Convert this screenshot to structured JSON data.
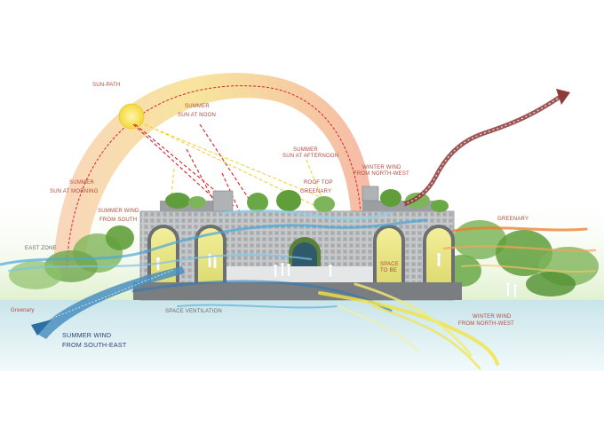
{
  "labels": {
    "sun_path": "SUN-PATH",
    "summer_noon_1": "SUMMER",
    "summer_noon_2": "SUN AT NOON",
    "summer_afternoon_1": "SUMMER",
    "summer_afternoon_2": "SUN AT AFTERNOON",
    "summer_morning_1": "SUMMER",
    "summer_morning_2": "SUN AT MORNING",
    "summer_wind_south_1": "SUMMER WIND",
    "summer_wind_south_2": "FROM SOUTH",
    "roof_top_1": "ROOF TOP",
    "roof_top_2": "GREENARY",
    "winter_wind_nw_1": "WINTER WIND",
    "winter_wind_nw_2": "FROM NORTH-WEST",
    "greenary_right": "GREENARY",
    "east_zone": "EAST ZONE",
    "greenary_left": "Greenary",
    "space_ventilation": "SPACE VENTILATION",
    "space_label_1": "SPACE",
    "space_label_2": "TO BE",
    "winter_wind_low_1": "WINTER WIND",
    "winter_wind_low_2": "FROM NORTH-WEST",
    "summer_wind_se_1": "SUMMER WIND",
    "summer_wind_se_2": "FROM SOUTH-EAST"
  },
  "colors": {
    "sun": "#f6e15a",
    "sun_arc_inner": "#f4e27a",
    "sun_arc_outer": "#f3a58a",
    "sun_ray_red": "#d8232a",
    "sun_ray_yellow": "#f2d433",
    "building": "#c4c7c9",
    "arch_glow": "#e9e48a",
    "wind_blue": "#4aa6d8",
    "wind_yellow": "#f1e442",
    "wind_orange": "#f07a2a",
    "winter_wind_maroon": "#8c3a3a",
    "ground_water": "#cfe7ec",
    "tree_green": "#5f9e3a",
    "label_red": "#b04a3e",
    "label_dark": "#2d3f78"
  },
  "icons": [
    "sun-icon",
    "tree-icon",
    "person-icon",
    "wind-ribbon-icon"
  ]
}
